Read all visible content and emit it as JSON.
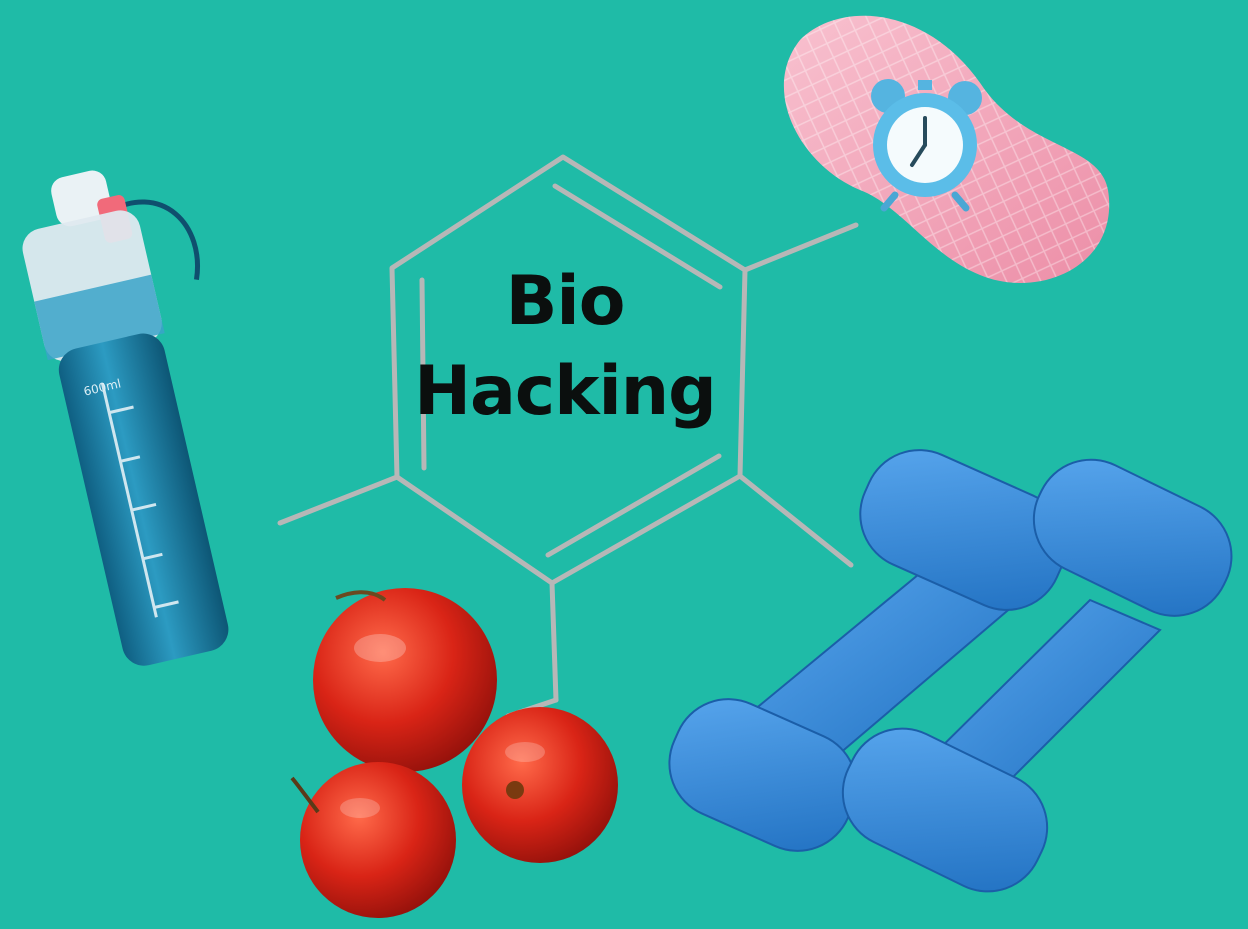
{
  "title": {
    "line1": "Bio",
    "line2": "Hacking"
  },
  "bottle": {
    "marking": "600ml"
  },
  "colors": {
    "background": "#1fbba7",
    "molecule_stroke": "#b7b7b7",
    "text": "#0b0f0e",
    "bottle_body": "#1a7fa3",
    "sleep_mask": "#f3a3b8",
    "alarm_clock": "#5bbde8",
    "apple": "#d3261c",
    "dumbbell": "#2f86d8"
  },
  "icons": [
    "water-bottle-icon",
    "sleep-mask-icon",
    "alarm-clock-icon",
    "apple-icon",
    "dumbbell-icon",
    "molecule-icon"
  ]
}
